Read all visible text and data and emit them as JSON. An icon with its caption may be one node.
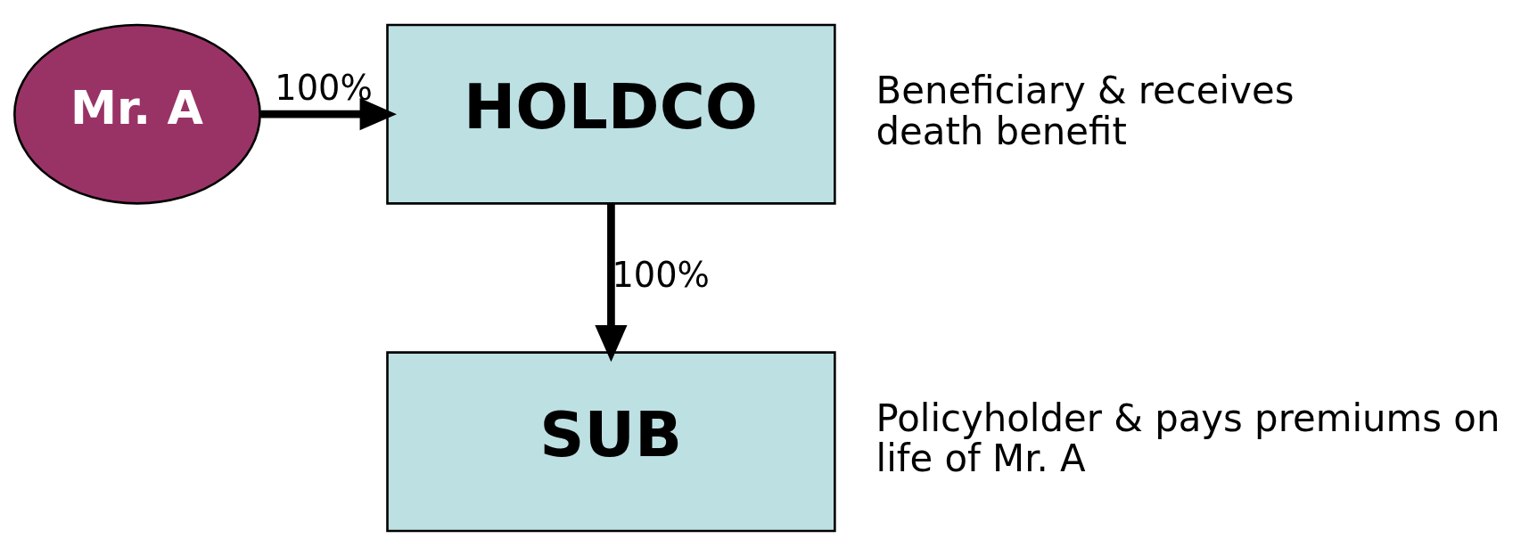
{
  "diagram": {
    "nodes": [
      {
        "text": [
          "Mr. A"
        ]
      },
      {
        "text": [
          "HOLDCO"
        ],
        "beside": [
          "Beneficiary & receives death benefit"
        ]
      },
      {
        "text": [
          "SUB"
        ],
        "beside": [
          "Policyholder & pays premiums on life of Mr. A"
        ]
      }
    ],
    "edges": [
      {
        "from": 0,
        "to": 1,
        "arrow": "to",
        "label": "100%"
      },
      {
        "from": 1,
        "to": 2,
        "arrow": "to",
        "label": "100%"
      }
    ]
  }
}
